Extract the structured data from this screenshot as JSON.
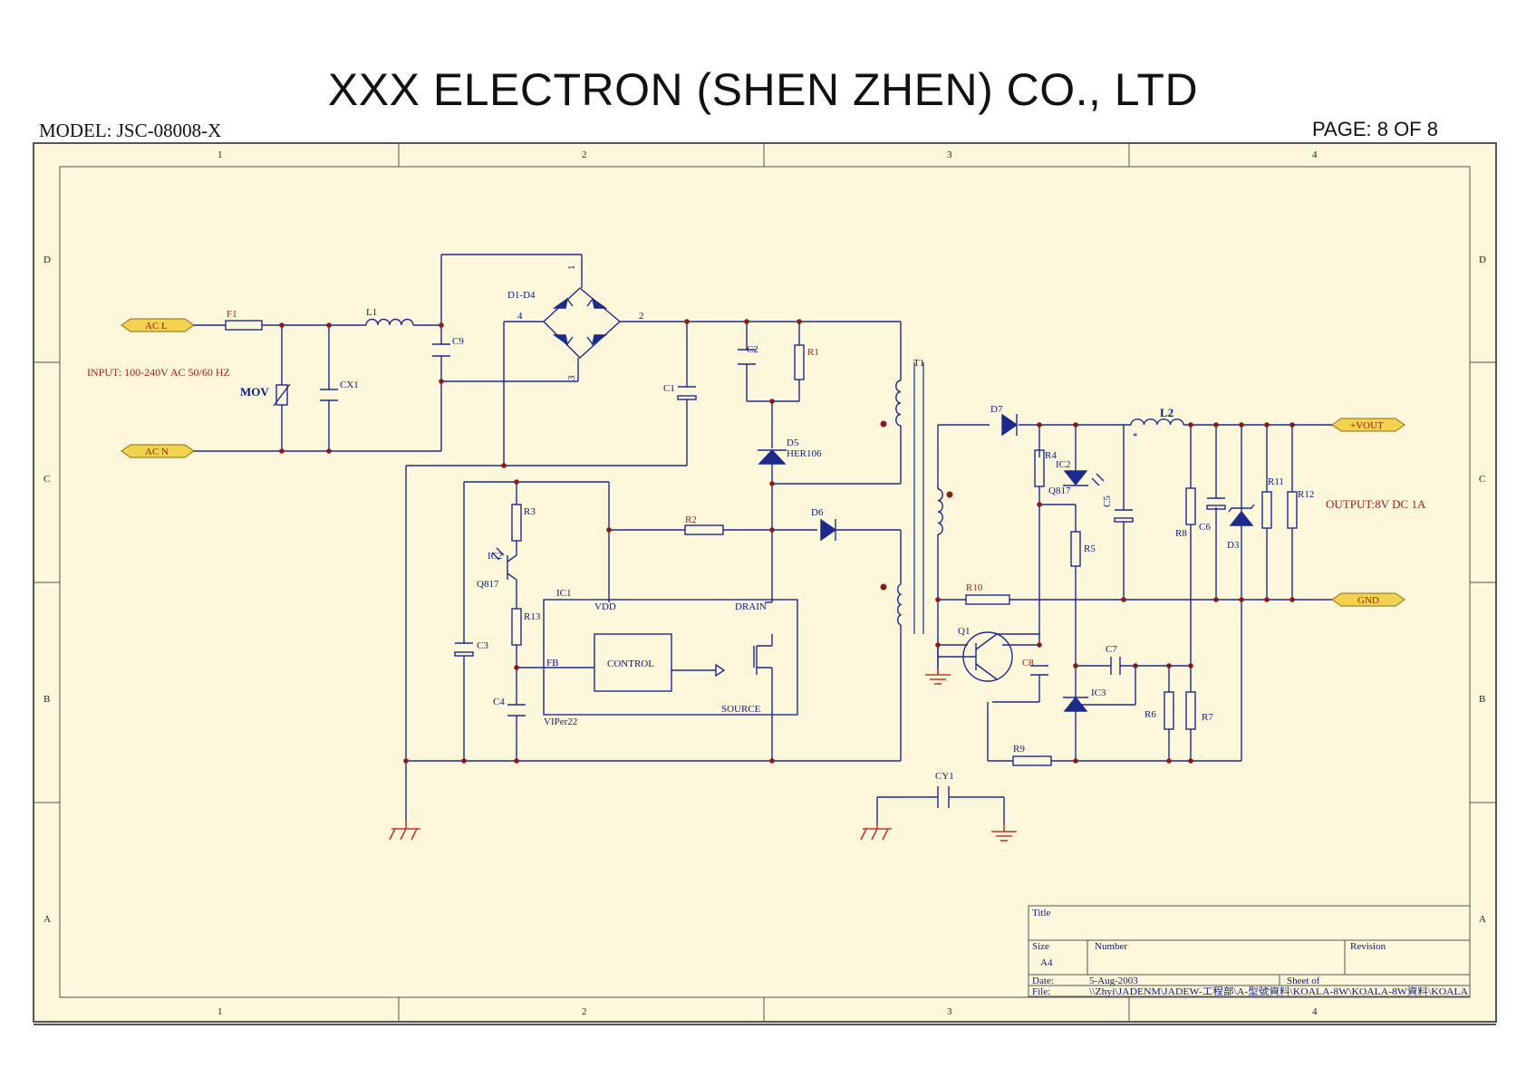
{
  "header": {
    "company": "XXX ELECTRON (SHEN ZHEN) CO., LTD",
    "model": "MODEL:  JSC-08008-X",
    "page": "PAGE: 8 OF 8"
  },
  "zones": {
    "columns": [
      "1",
      "2",
      "3",
      "4"
    ],
    "rows": [
      "D",
      "C",
      "B",
      "A"
    ]
  },
  "ports": {
    "acl": "AC L",
    "acn": "AC N",
    "vout": "+VOUT",
    "gnd": "GND"
  },
  "notes": {
    "input": "INPUT: 100-240V AC 50/60 HZ",
    "output": "OUTPUT:8V DC 1A"
  },
  "components": {
    "f1": "F1",
    "l1": "L1",
    "mov": "MOV",
    "cx1": "CX1",
    "c9": "C9",
    "d1d4": "D1-D4",
    "pin1": "1",
    "pin2": "2",
    "pin3": "3",
    "pin4": "4",
    "c1": "C1",
    "c2": "C2",
    "r1": "R1",
    "d5": "D5",
    "her106": "HER106",
    "t1": "T1",
    "r3": "R3",
    "ic2a": "IC2",
    "q817a": "Q817",
    "r13": "R13",
    "c3": "C3",
    "c4": "C4",
    "ic1": "IC1",
    "vdd": "VDD",
    "drain": "DRAIN",
    "fb": "FB",
    "control": "CONTROL",
    "source": "SOURCE",
    "viper": "VIPer22",
    "r2": "R2",
    "d6": "D6",
    "d7": "D7",
    "l2": "L2",
    "star": "*",
    "r4": "R4",
    "ic2b": "IC2",
    "q817b": "Q817",
    "c5": "C5",
    "r5": "R5",
    "r8": "R8",
    "c6": "C6",
    "d3": "D3",
    "r11": "R11",
    "r12": "R12",
    "r10": "R10",
    "q1": "Q1",
    "c8": "C8",
    "c7": "C7",
    "ic3": "IC3",
    "r6": "R6",
    "r7": "R7",
    "r9": "R9",
    "cy1": "CY1"
  },
  "title_block": {
    "title": "Title",
    "size": "Size",
    "size_value": "A4",
    "number": "Number",
    "revision": "Revision",
    "date": "Date:",
    "date_value": "5-Aug-2003",
    "sheet": "Sheet    of",
    "file": "File:",
    "file_value": "\\\\Zhyi\\JADENM\\JADEW-工程部\\A-型號資料\\KOALA-8W\\KOALA-8W資料\\KOALA"
  },
  "colors": {
    "sheet_bg": "#fdf7dc",
    "wire": "#1c2a8c",
    "junction": "#8b1a1a",
    "port_fill": "#f2d24e",
    "ground": "#c0392b",
    "frame": "#555555"
  }
}
